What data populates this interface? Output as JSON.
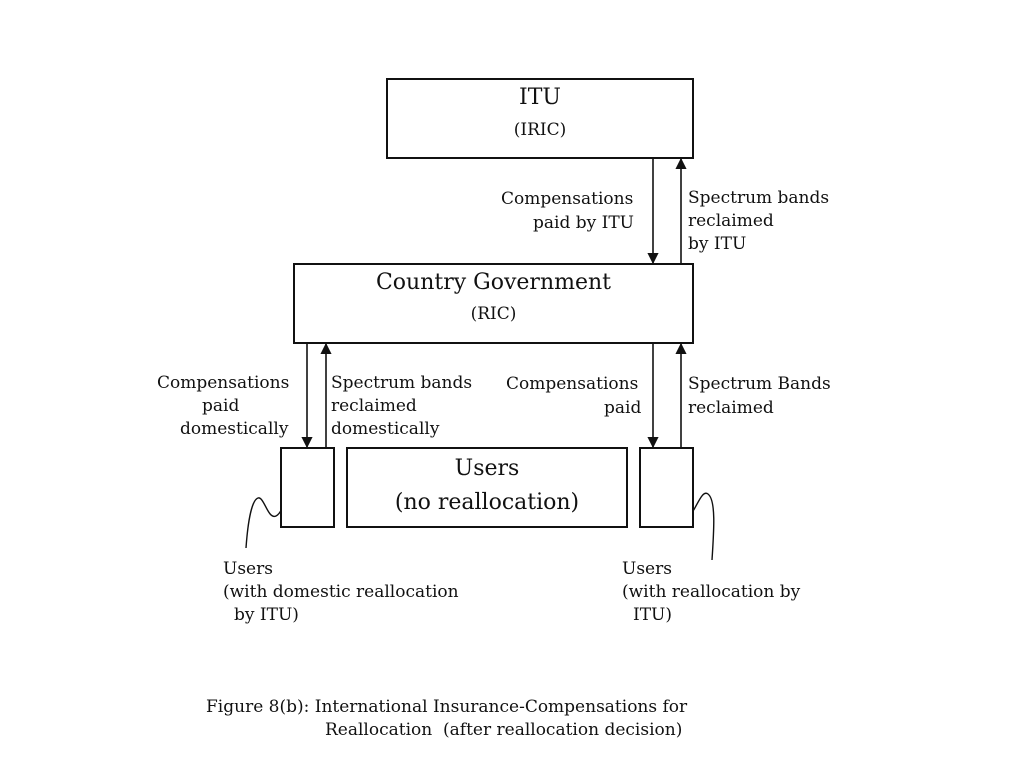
{
  "itu_box": {
    "title": "ITU",
    "subtitle": "(IRIC)"
  },
  "gov_box": {
    "title": "Country Government",
    "subtitle": "(RIC)"
  },
  "users_box": {
    "title": "Users",
    "subtitle": "(no reallocation)"
  },
  "labels": {
    "comp_itu": [
      "Compensations",
      "paid by ITU"
    ],
    "spec_itu": [
      "Spectrum bands",
      "reclaimed",
      "by ITU"
    ],
    "comp_dom": [
      "Compensations",
      "paid",
      "domestically"
    ],
    "spec_dom": [
      "Spectrum bands",
      "reclaimed",
      "domestically"
    ],
    "comp_paid": [
      "Compensations",
      "paid"
    ],
    "spec_recl": [
      "Spectrum Bands",
      "reclaimed"
    ]
  },
  "users_left": [
    "Users",
    "(with domestic reallocation",
    "by ITU)"
  ],
  "users_right": [
    "Users",
    "(with reallocation by",
    "ITU)"
  ],
  "caption": [
    "Figure 8(b): International Insurance-Compensations for",
    "Reallocation  (after reallocation decision)"
  ]
}
